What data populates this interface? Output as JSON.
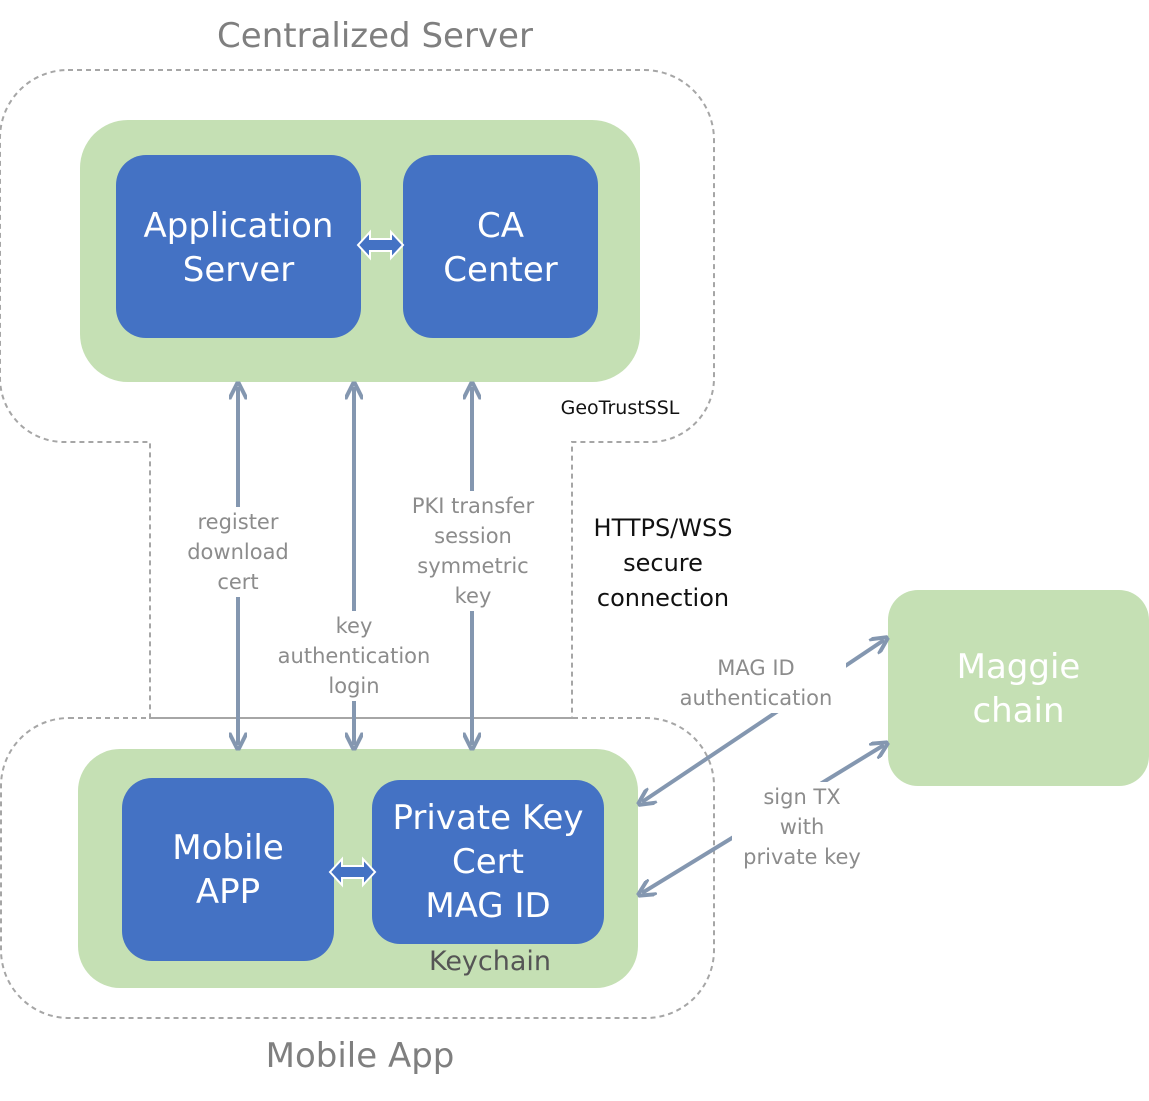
{
  "groups": {
    "server": {
      "title": "Centralized Server",
      "ssl_note": "GeoTrustSSL"
    },
    "mobile": {
      "title": "Mobile App",
      "container_label": "Keychain"
    }
  },
  "nodes": {
    "application_server": {
      "lines": [
        "Application",
        "Server"
      ]
    },
    "ca_center": {
      "lines": [
        "CA",
        "Center"
      ]
    },
    "mobile_app": {
      "lines": [
        "Mobile",
        "APP"
      ]
    },
    "private_key": {
      "lines": [
        "Private Key",
        "Cert",
        "MAG ID"
      ]
    },
    "maggie_chain": {
      "lines": [
        "Maggie",
        "chain"
      ]
    }
  },
  "edges": {
    "register": {
      "lines": [
        "register",
        "download",
        "cert"
      ]
    },
    "key_auth": {
      "lines": [
        "key",
        "authentication",
        "login"
      ]
    },
    "pki": {
      "lines": [
        "PKI transfer",
        "session",
        "symmetric",
        "key"
      ]
    },
    "mag_id_auth": {
      "lines": [
        "MAG ID",
        "authentication"
      ]
    },
    "sign_tx": {
      "lines": [
        "sign  TX",
        "with",
        "private key"
      ]
    }
  },
  "connection_note": {
    "lines": [
      "HTTPS/WSS",
      "secure",
      "connection"
    ]
  },
  "colors": {
    "accent_blue": "#4472c4",
    "container_green": "#c5e0b4",
    "arrow_gray": "#8497b0",
    "dashed_border": "#a6a6a6"
  }
}
